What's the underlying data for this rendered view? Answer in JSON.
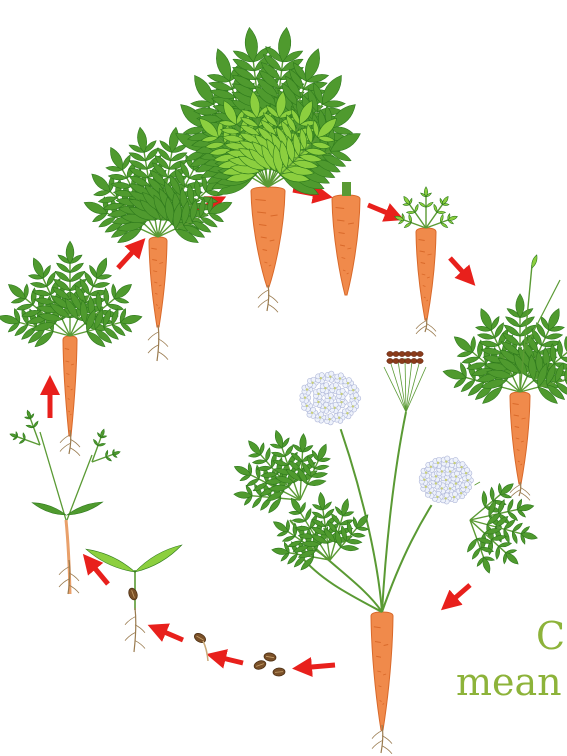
{
  "caption": {
    "line1": "Ca",
    "line2": "mean"
  },
  "colors": {
    "arrow": "#e8201c",
    "carrot": "#f08a4b",
    "carrot_dark": "#d9692a",
    "leaf": "#4f9a2e",
    "leaf_dark": "#2f7a1d",
    "leaf_light": "#8ccf3f",
    "stem": "#5a9a34",
    "root": "#9a7b4f",
    "seed": "#7a5028",
    "flower": "#eef2fb",
    "flower_edge": "#aeb6d8",
    "caption": "#8db33a"
  },
  "stages": [
    "seeds",
    "germinating-seed",
    "sprout",
    "young-seedling",
    "young-plant",
    "growing-plant",
    "mature-carrot",
    "harvested-carrot",
    "carrot-regrowing-tops",
    "carrot-growing-leaves",
    "flowering-plant"
  ]
}
